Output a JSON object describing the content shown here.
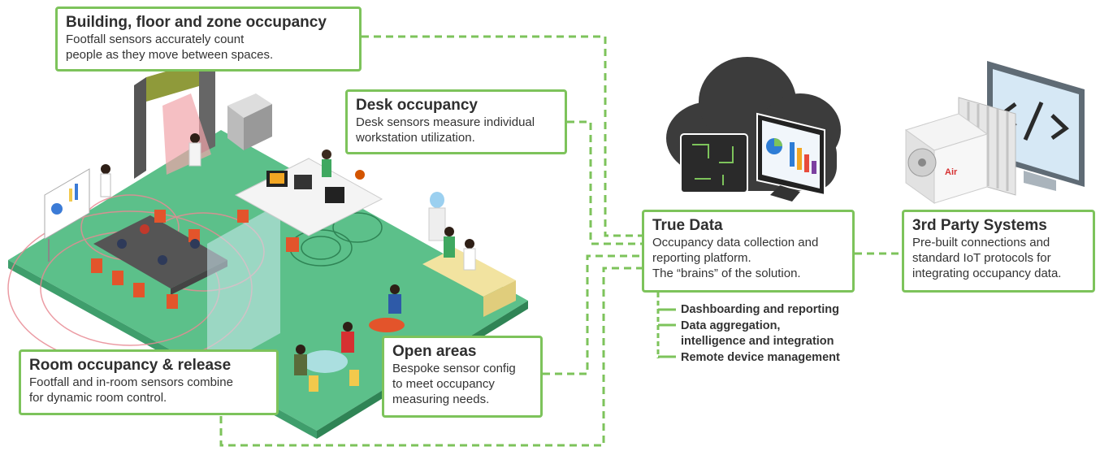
{
  "boxes": {
    "building": {
      "title": "Building, floor and zone occupancy",
      "body": [
        "Footfall sensors accurately count",
        "people as they move between spaces."
      ]
    },
    "desk": {
      "title": "Desk occupancy",
      "body": [
        "Desk sensors measure individual",
        "workstation utilization."
      ]
    },
    "room": {
      "title": "Room occupancy & release",
      "body": [
        "Footfall and in-room sensors combine",
        "for dynamic room control."
      ]
    },
    "open": {
      "title": "Open areas",
      "body": [
        "Bespoke sensor config",
        "to meet occupancy",
        "measuring needs."
      ]
    },
    "truedata": {
      "title": "True Data",
      "body": [
        "Occupancy data collection and",
        "reporting platform.",
        "The “brains” of the solution."
      ]
    },
    "thirdparty": {
      "title": "3rd Party Systems",
      "body": [
        "Pre-built connections and",
        "standard IoT protocols for",
        "integrating occupancy data."
      ]
    }
  },
  "features": [
    "Dashboarding and reporting",
    "Data aggregation,",
    "intelligence and integration",
    "Remote device management"
  ],
  "illustration": {
    "ac_unit_brand": "Air"
  },
  "colors": {
    "accent_green": "#7dc35b",
    "floor_green": "#5cc08a",
    "cloud_dark": "#3c3c3c",
    "sensor_pink": "#e88a94"
  },
  "icons": [
    "cloud-icon",
    "chip-icon",
    "monitor-chart-icon",
    "air-conditioner-icon",
    "radiator-icon",
    "code-monitor-icon"
  ]
}
